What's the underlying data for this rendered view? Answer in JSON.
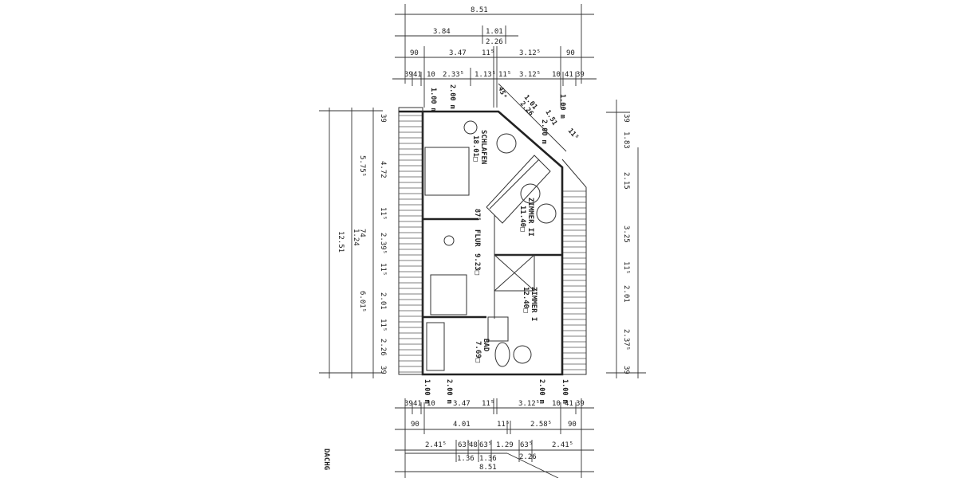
{
  "drawing": {
    "corner_label": "DACHG",
    "rooms": [
      {
        "name": "SCHLAFEN",
        "area": "18.01□"
      },
      {
        "name": "ZIMMER II",
        "area": "11.40□"
      },
      {
        "name": "FLUR",
        "area": "9.23□"
      },
      {
        "name": "ZIMMER I",
        "area": "12.40□"
      },
      {
        "name": "BAD",
        "area": "7.69□"
      }
    ],
    "top_dims": {
      "row1": [
        "8.51"
      ],
      "row2": [
        "3.84",
        "1.01",
        "2.26"
      ],
      "row3": [
        "90",
        "3.47",
        "11⁵",
        "3.12⁵",
        "90"
      ],
      "row4": [
        "39",
        "41",
        "10",
        "2.33⁵",
        "1.13⁵",
        "11⁵",
        "3.12⁵",
        "10",
        "41",
        "39"
      ]
    },
    "bottom_dims": {
      "row1": [
        "39",
        "41",
        "10",
        "3.47",
        "11⁵",
        "3.12⁵",
        "10",
        "41",
        "39"
      ],
      "row2": [
        "90",
        "4.01",
        "11⁵",
        "2.58⁵",
        "90"
      ],
      "row3": [
        "2.41⁵",
        "63⁵",
        "48",
        "63⁵",
        "1.29",
        "63⁵",
        "2.41⁵"
      ],
      "row3_sub": [
        "1.36",
        "1.36",
        "2.26"
      ],
      "row4": [
        "8.51"
      ]
    },
    "left_dims": {
      "outer": [
        "12.51"
      ],
      "middle": [
        "5.75⁵",
        "74",
        "1.24",
        "6.01⁵"
      ],
      "inner": [
        "39",
        "4.72",
        "11⁵",
        "2.39⁵",
        "11⁵",
        "2.01",
        "11⁵",
        "2.26",
        "39"
      ]
    },
    "right_dims": {
      "inner": [
        "39",
        "1.83",
        "2.15",
        "3.25",
        "11⁵",
        "2.01",
        "2.37⁵",
        "39"
      ]
    },
    "misc": {
      "top_100m_left": "1.00 m",
      "top_200m_left": "2.00 m",
      "angle": "45°",
      "diag_101": "1.01",
      "diag_226": "2.26",
      "diag_151": "1.51",
      "diag_200m": "2.00 m",
      "diag_115": "11⁵",
      "top_100m_right": "1.00 m",
      "door_875": "87⁵",
      "bot_100m_left": "1.00 m",
      "bot_200m_left": "2.00 m",
      "bot_200m_right": "2.00 m",
      "bot_100m_right": "1.00 m"
    }
  }
}
